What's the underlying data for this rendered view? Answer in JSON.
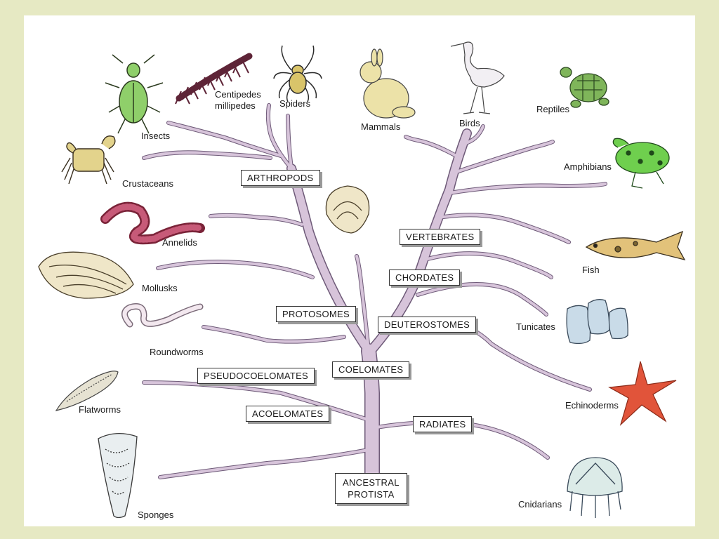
{
  "groups": {
    "arthropods": "ARTHROPODS",
    "vertebrates": "VERTEBRATES",
    "chordates": "CHORDATES",
    "protostomes": "PROTOSOMES",
    "deuterostomes": "DEUTEROSTOMES",
    "coelomates": "COELOMATES",
    "pseudocoelomates": "PSEUDOCOELOMATES",
    "acoelomates": "ACOELOMATES",
    "radiates": "RADIATES",
    "ancestral_line1": "ANCESTRAL",
    "ancestral_line2": "PROTISTA"
  },
  "taxa": {
    "insects": "Insects",
    "centipedes_line1": "Centipedes",
    "centipedes_line2": "millipedes",
    "spiders": "Spiders",
    "mammals": "Mammals",
    "birds": "Birds",
    "reptiles": "Reptiles",
    "crustaceans": "Crustaceans",
    "amphibians": "Amphibians",
    "annelids": "Annelids",
    "mollusks": "Mollusks",
    "fish": "Fish",
    "tunicates": "Tunicates",
    "roundworms": "Roundworms",
    "flatworms": "Flatworms",
    "echinoderms": "Echinoderms",
    "sponges": "Sponges",
    "cnidarians": "Cnidarians"
  },
  "colors": {
    "branch": "#d7c4da",
    "branch_outline": "#6e5a78",
    "background": "#e6e9c3"
  },
  "icons": [
    "beetle-icon",
    "centipede-icon",
    "spider-icon",
    "rabbit-icon",
    "egret-icon",
    "turtle-icon",
    "crab-icon",
    "frog-icon",
    "earthworm-icon",
    "clam-icon",
    "fish-icon",
    "tunicate-icon",
    "roundworm-icon",
    "flatworm-icon",
    "starfish-icon",
    "sponge-icon",
    "jellyfish-icon"
  ]
}
